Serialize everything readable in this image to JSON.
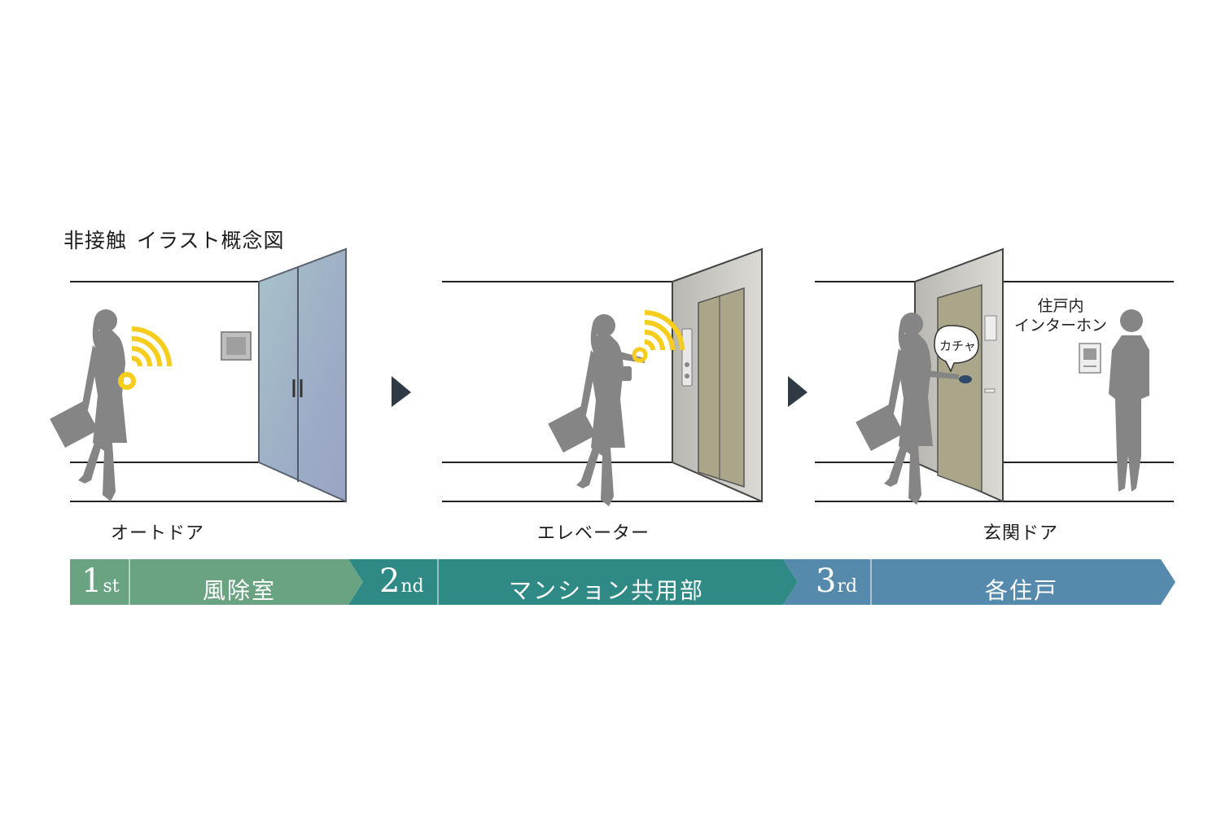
{
  "title": {
    "main": "非接触",
    "sub": "イラスト概念図"
  },
  "scenes": [
    {
      "caption": "オートドア"
    },
    {
      "caption": "エレベーター"
    },
    {
      "caption": "玄関ドア",
      "bubble": "カチャ",
      "intercom_label_1": "住戸内",
      "intercom_label_2": "インターホン"
    }
  ],
  "steps": [
    {
      "num": "1",
      "suffix": "st",
      "label": "風除室",
      "color": "#6aa382"
    },
    {
      "num": "2",
      "suffix": "nd",
      "label": "マンション共用部",
      "color": "#2f8a86"
    },
    {
      "num": "3",
      "suffix": "rd",
      "label": "各住戸",
      "color": "#558aad"
    }
  ],
  "colors": {
    "silhouette": "#858585",
    "signal": "#f6cd1d",
    "arrow": "#2f3a44",
    "line": "#2a2a2a"
  }
}
